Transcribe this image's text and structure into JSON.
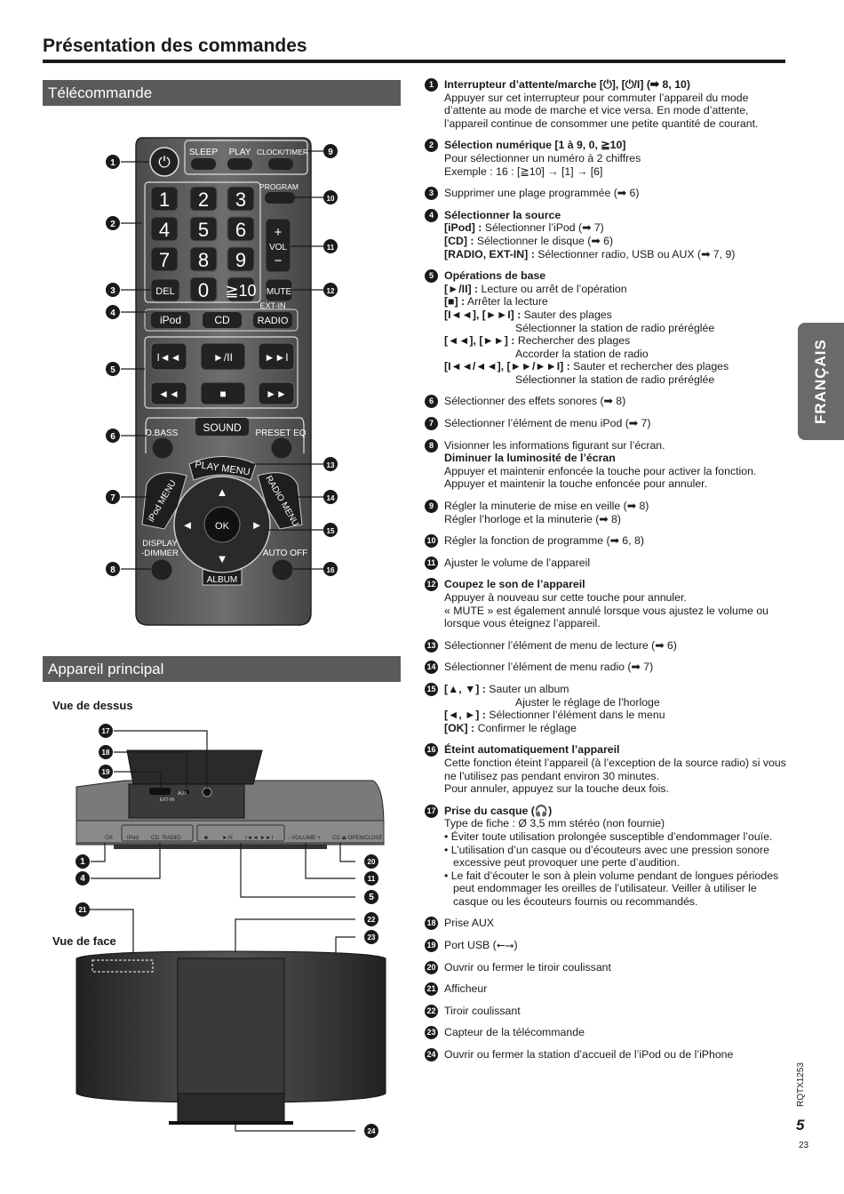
{
  "page": {
    "title": "Présentation des commandes",
    "lang_tab": "FRANÇAIS",
    "doc_code": "RQTX1253",
    "page_number": "5",
    "page_number_small": "23"
  },
  "sections": {
    "remote": "Télécommande",
    "main_unit": "Appareil principal",
    "top_view": "Vue de dessus",
    "front_view": "Vue de face"
  },
  "remote": {
    "sleep": "SLEEP",
    "play": "PLAY",
    "clock_timer": "CLOCK/TIMER",
    "program": "PROGRAM",
    "digits": [
      "1",
      "2",
      "3",
      "4",
      "5",
      "6",
      "7",
      "8",
      "9",
      "0"
    ],
    "ten_plus": "≧10",
    "del": "DEL",
    "mute": "MUTE",
    "vol": "VOL",
    "vol_plus": "+",
    "vol_minus": "−",
    "ext_in": "EXT-IN",
    "ipod": "iPod",
    "cd": "CD",
    "radio": "RADIO",
    "play_pause": "►/II",
    "dbass": "D.BASS",
    "sound": "SOUND",
    "preset_eq": "PRESET EQ",
    "play_menu": "PLAY MENU",
    "ipod_menu": "iPod MENU",
    "radio_menu": "RADIO MENU",
    "ok": "OK",
    "display": "DISPLAY",
    "dimmer": "-DIMMER",
    "auto_off": "AUTO OFF",
    "album": "ALBUM"
  },
  "unit": {
    "power": "⏻/I",
    "ipod": "iPod",
    "cd": "CD",
    "radio": "RADIO",
    "ext_in": "EXT-IN",
    "aux": "AUX",
    "volume": "- VOLUME +",
    "open_close": "CD ⏏ OPEN/CLOSE"
  },
  "callouts": [
    "1",
    "2",
    "3",
    "4",
    "5",
    "6",
    "7",
    "8",
    "9",
    "10",
    "11",
    "12",
    "13",
    "14",
    "15",
    "16",
    "17",
    "18",
    "19",
    "20",
    "21",
    "22",
    "23",
    "24"
  ],
  "items": [
    {
      "num": "1",
      "title": "Interrupteur d’attente/marche [⏻], [⏻/I] (➡ 8, 10)",
      "lines": [
        "Appuyer sur cet interrupteur pour commuter l’appareil du mode d’attente au mode de marche et vice versa. En mode d’attente, l’appareil continue de consommer une petite quantité de courant."
      ]
    },
    {
      "num": "2",
      "title": "Sélection numérique [1 à 9, 0, ≧10]",
      "lines": [
        "Pour sélectionner un numéro à 2 chiffres",
        "Exemple : 16 : [≧10] → [1] → [6]"
      ]
    },
    {
      "num": "3",
      "text": "Supprimer une plage programmée (➡ 6)"
    },
    {
      "num": "4",
      "title": "Sélectionner la source",
      "rich": [
        [
          "[iPod] :",
          " Sélectionner l’iPod (➡ 7)"
        ],
        [
          "[CD] :",
          " Sélectionner le disque (➡ 6)"
        ],
        [
          "[RADIO, EXT-IN] :",
          " Sélectionner radio, USB ou AUX (➡ 7, 9)"
        ]
      ]
    },
    {
      "num": "5",
      "title": "Opérations de base",
      "rich": [
        [
          "[►/II] :",
          " Lecture ou arrêt de l’opération"
        ],
        [
          "[■] :",
          " Arrêter la lecture"
        ],
        [
          "[I◄◄], [►►I] :",
          " Sauter des plages"
        ],
        [
          "",
          "Sélectionner la station de radio préréglée"
        ],
        [
          "[◄◄], [►►] :",
          " Rechercher des plages"
        ],
        [
          "",
          "Accorder la station de radio"
        ],
        [
          "[I◄◄/◄◄], [►►/►►I] :",
          " Sauter et rechercher des plages"
        ],
        [
          "",
          "Sélectionner la station de radio préréglée"
        ]
      ]
    },
    {
      "num": "6",
      "text": "Sélectionner des effets sonores (➡ 8)"
    },
    {
      "num": "7",
      "text": "Sélectionner l’élément de menu iPod (➡ 7)"
    },
    {
      "num": "8",
      "text": "Visionner les informations figurant sur l’écran.",
      "title2": "Diminuer la luminosité de l’écran",
      "lines": [
        "Appuyer et maintenir enfoncée la touche pour activer la fonction.",
        "Appuyer et maintenir la touche enfoncée pour annuler."
      ]
    },
    {
      "num": "9",
      "lines": [
        "Régler la minuterie de mise en veille (➡ 8)",
        "Régler l’horloge et la minuterie (➡ 8)"
      ]
    },
    {
      "num": "10",
      "text": "Régler la fonction de programme (➡ 6, 8)"
    },
    {
      "num": "11",
      "text": "Ajuster le volume de l’appareil"
    },
    {
      "num": "12",
      "title": "Coupez le son de l’appareil",
      "lines": [
        "Appuyer à nouveau sur cette touche pour annuler.",
        "« MUTE » est également annulé lorsque vous ajustez le volume ou lorsque vous éteignez l’appareil."
      ]
    },
    {
      "num": "13",
      "text": "Sélectionner l’élément de menu de lecture (➡ 6)"
    },
    {
      "num": "14",
      "text": "Sélectionner l’élément de menu radio (➡ 7)"
    },
    {
      "num": "15",
      "rich": [
        [
          "[▲, ▼] :",
          " Sauter un album"
        ],
        [
          "",
          "Ajuster le réglage de l’horloge"
        ],
        [
          "[◄, ►] :",
          " Sélectionner l’élément dans le menu"
        ],
        [
          "[OK] :",
          " Confirmer le réglage"
        ]
      ]
    },
    {
      "num": "16",
      "title": "Éteint automatiquement l’appareil",
      "lines": [
        "Cette fonction éteint l’appareil (à l’exception de la source radio) si vous ne l’utilisez pas pendant environ 30 minutes.",
        "Pour annuler, appuyez sur la touche deux fois."
      ]
    },
    {
      "num": "17",
      "title": "Prise du casque (🎧)",
      "lines": [
        "Type de fiche : Ø 3,5 mm stéréo (non fournie)"
      ],
      "bullets": [
        "• Éviter toute utilisation prolongée susceptible d’endommager l’ouïe.",
        "• L’utilisation d’un casque ou d’écouteurs avec une pression sonore excessive peut provoquer une perte d’audition.",
        "• Le fait d’écouter le son à plein volume pendant de longues périodes peut endommager les oreilles de l’utilisateur. Veiller à utiliser le casque ou les écouteurs fournis ou recommandés."
      ]
    },
    {
      "num": "18",
      "text": "Prise AUX"
    },
    {
      "num": "19",
      "text": "Port USB (⭠⭢)"
    },
    {
      "num": "20",
      "text": "Ouvrir ou fermer le tiroir coulissant"
    },
    {
      "num": "21",
      "text": "Afficheur"
    },
    {
      "num": "22",
      "text": "Tiroir coulissant"
    },
    {
      "num": "23",
      "text": "Capteur de la télécommande"
    },
    {
      "num": "24",
      "text": "Ouvrir ou fermer la station d’accueil de l’iPod ou de l’iPhone"
    }
  ]
}
